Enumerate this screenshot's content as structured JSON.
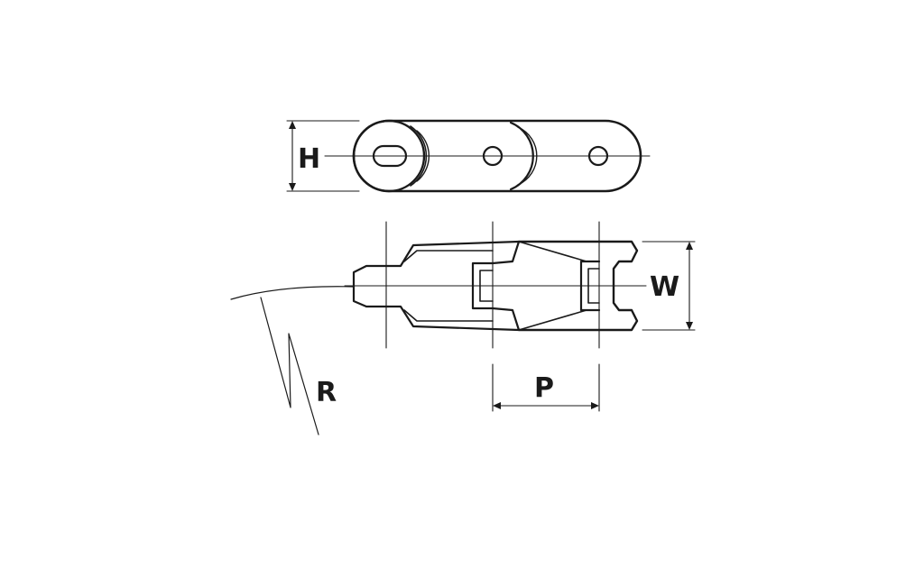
{
  "labels": {
    "height": "H",
    "width": "W",
    "pitch": "P",
    "radius": "R"
  },
  "colors": {
    "line": "#1a1a1a",
    "background": "#ffffff"
  }
}
